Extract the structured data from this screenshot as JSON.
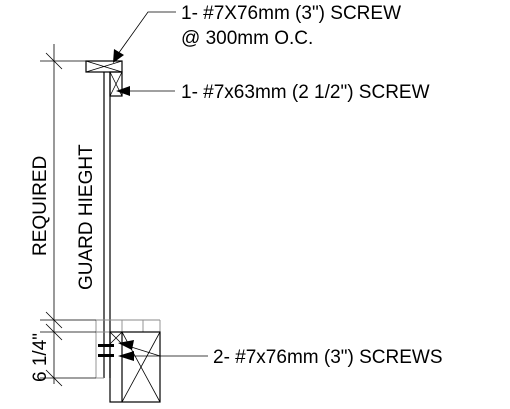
{
  "callouts": {
    "top_screw_line1": "1- #7X76mm (3\") SCREW",
    "top_screw_line2": "@ 300mm O.C.",
    "mid_screw": "1- #7x63mm (2 1/2\") SCREW",
    "bottom_screws": "2- #7x76mm (3\") SCREWS"
  },
  "dimensions": {
    "required_label": "REQUIRED",
    "guard_height_label": "GUARD HIEGHT",
    "bottom_dimension": "6 1/4\""
  }
}
